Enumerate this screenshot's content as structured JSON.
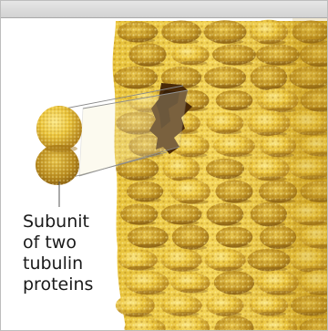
{
  "label": {
    "lines": [
      "Subunit",
      "of two",
      "tubulin",
      "proteins"
    ]
  },
  "colors": {
    "tubulin_light": "#f1d24a",
    "tubulin_mid": "#d8ad22",
    "tubulin_dark": "#8a5d10",
    "cavity": "#4a2a08",
    "guide_lines": "#8a8a8a"
  }
}
